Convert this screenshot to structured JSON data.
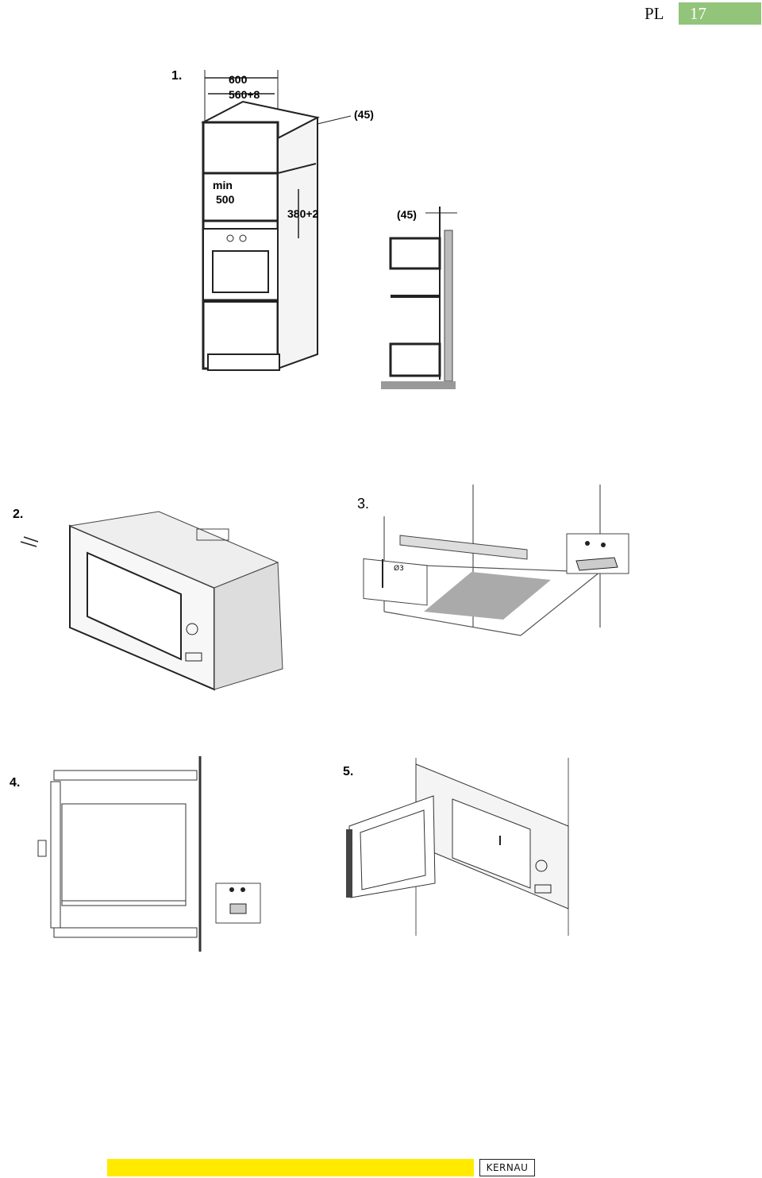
{
  "header": {
    "language": "PL",
    "page_number": "17"
  },
  "figures": {
    "fig1": {
      "step": "1.",
      "width": "600",
      "inner": "560+8",
      "gap_top": "(45)",
      "depth_min": "min",
      "depth_val": "500",
      "height": "380+2",
      "gap_side": "(45)"
    },
    "fig2": {
      "step": "2."
    },
    "fig3": {
      "step": "3.",
      "hole": "Ø3"
    },
    "fig4": {
      "step": "4."
    },
    "fig5": {
      "step": "5."
    }
  },
  "footer": {
    "brand": "KERNAU",
    "bar_color": "#ffea00",
    "tab_color": "#92c47a"
  }
}
